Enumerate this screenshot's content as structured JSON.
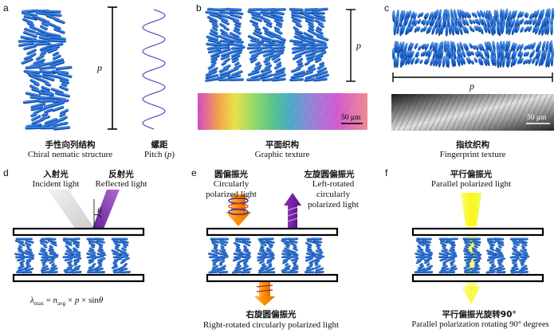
{
  "panels": {
    "a": {
      "letter": "a",
      "label1_zh": "手性向列结构",
      "label1_en": "Chiral nematic structure",
      "label2_zh": "螺距",
      "label2_en_pre": "Pitch (",
      "label2_en_p": "p",
      "label2_en_post": ")",
      "p_label": "p"
    },
    "b": {
      "letter": "b",
      "label_zh": "平面织构",
      "label_en": "Graphic texture",
      "p_label": "p",
      "scale": "50 μm"
    },
    "c": {
      "letter": "c",
      "label_zh": "指纹织构",
      "label_en": "Fingerprint texture",
      "p_label": "p",
      "scale": "50 μm"
    },
    "d": {
      "letter": "d",
      "incident_zh": "入射光",
      "incident_en": "Incident light",
      "reflected_zh": "反射光",
      "reflected_en": "Reflected light",
      "theta": "θ",
      "formula": {
        "lambda": "λ",
        "max": "max",
        "eq": " = ",
        "n": "n",
        "avg": "avg",
        "rest1": " × ",
        "p": "p",
        "rest2": " × sin",
        "theta": "θ"
      }
    },
    "e": {
      "letter": "e",
      "circ_zh": "圆偏振光",
      "circ_en1": "Circularly",
      "circ_en2": "polarized light",
      "left_zh": "左旋圆偏振光",
      "left_en1": "Left-rotated",
      "left_en2": "circularly",
      "left_en3": "polarized light",
      "right_zh": "右旋圆偏振光",
      "right_en": "Right-rotated circularly polarized light"
    },
    "f": {
      "letter": "f",
      "par_zh": "平行偏振光",
      "par_en": "Parallel polarized light",
      "rot_zh": "平行偏振光旋转90°",
      "rot_en": "Parallel polarization rotating 90° degrees"
    }
  }
}
